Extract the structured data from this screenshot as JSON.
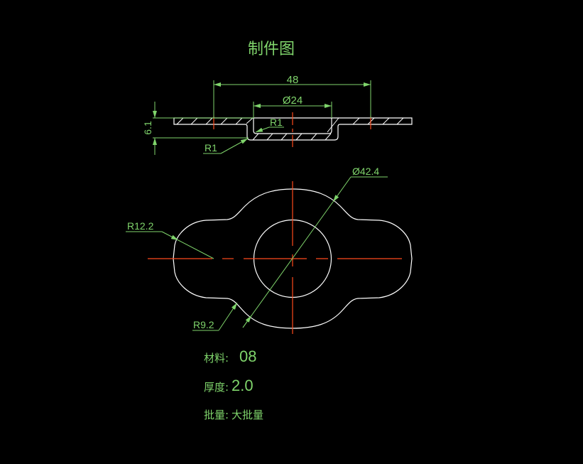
{
  "colors": {
    "background": "#000000",
    "dimension": "#7fd46b",
    "outline": "#ffffff",
    "centerline": "#ff4a1c"
  },
  "drawing": {
    "title": "制件图",
    "section_view": {
      "dim_overall_width": "48",
      "dim_inner_diameter": "Ø24",
      "dim_height": "6.1",
      "dim_radius_inner": "R1",
      "dim_radius_outer": "R1"
    },
    "plan_view": {
      "dim_outer_diameter": "Ø42.4",
      "dim_lobe_radius": "R12.2",
      "dim_fillet_radius": "R9.2"
    },
    "notes": {
      "material_label": "材料:",
      "material_value": "08",
      "thickness_label": "厚度:",
      "thickness_value": "2.0",
      "batch_label": "批量:",
      "batch_value": "大批量"
    }
  }
}
